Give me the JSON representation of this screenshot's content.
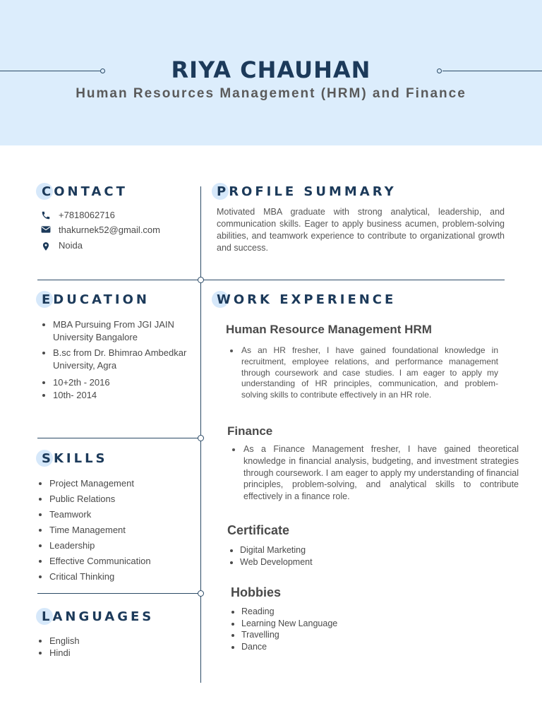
{
  "header": {
    "name": "RIYA CHAUHAN",
    "title": "Human Resources Management (HRM) and Finance"
  },
  "contact": {
    "heading": "CONTACT",
    "phone": "+7818062716",
    "email": "thakurnek52@gmail.com",
    "location": "Noida",
    "icons": [
      "phone-icon",
      "mail-icon",
      "location-pin-icon"
    ]
  },
  "education": {
    "heading": "EDUCATION",
    "items": [
      "MBA Pursuing From  JGI JAIN University Bangalore",
      "B.sc  from Dr. Bhimrao Ambedkar University, Agra",
      "10+2th - 2016",
      "10th- 2014"
    ]
  },
  "skills": {
    "heading": "SKILLS",
    "items": [
      "Project Management",
      "Public Relations",
      "Teamwork",
      "Time Management",
      "Leadership",
      "Effective Communication",
      "Critical Thinking"
    ]
  },
  "languages": {
    "heading": "LANGUAGES",
    "items": [
      "English",
      "Hindi"
    ]
  },
  "profile": {
    "heading": "PROFILE SUMMARY",
    "text": "Motivated MBA graduate with strong analytical, leadership, and communication skills. Eager to apply business acumen, problem-solving abilities, and teamwork experience to contribute to organizational growth and success."
  },
  "work": {
    "heading": "WORK EXPERIENCE",
    "hrm_title": "Human Resource Management HRM",
    "hrm_text": "As an HR fresher, I have gained foundational knowledge in recruitment, employee relations, and performance management through coursework and case studies. I am eager to apply my understanding of HR principles, communication, and problem-solving skills to contribute effectively in an HR role.",
    "finance_title": "Finance",
    "finance_text": "As a Finance Management fresher, I have gained theoretical knowledge in financial analysis, budgeting, and investment strategies through coursework. I am eager to apply my understanding of financial principles, problem-solving, and analytical skills to contribute effectively in a finance role."
  },
  "certificate": {
    "heading": "Certificate",
    "items": [
      "Digital Marketing",
      "Web Development"
    ]
  },
  "hobbies": {
    "heading": "Hobbies",
    "items": [
      "Reading",
      "Learning New Language",
      "Travelling",
      "Dance"
    ]
  },
  "colors": {
    "header_bg": "#dcedfc",
    "heading": "#1c3a5a",
    "line": "#2b4a66",
    "accent_circle": "#d6e8fa"
  }
}
